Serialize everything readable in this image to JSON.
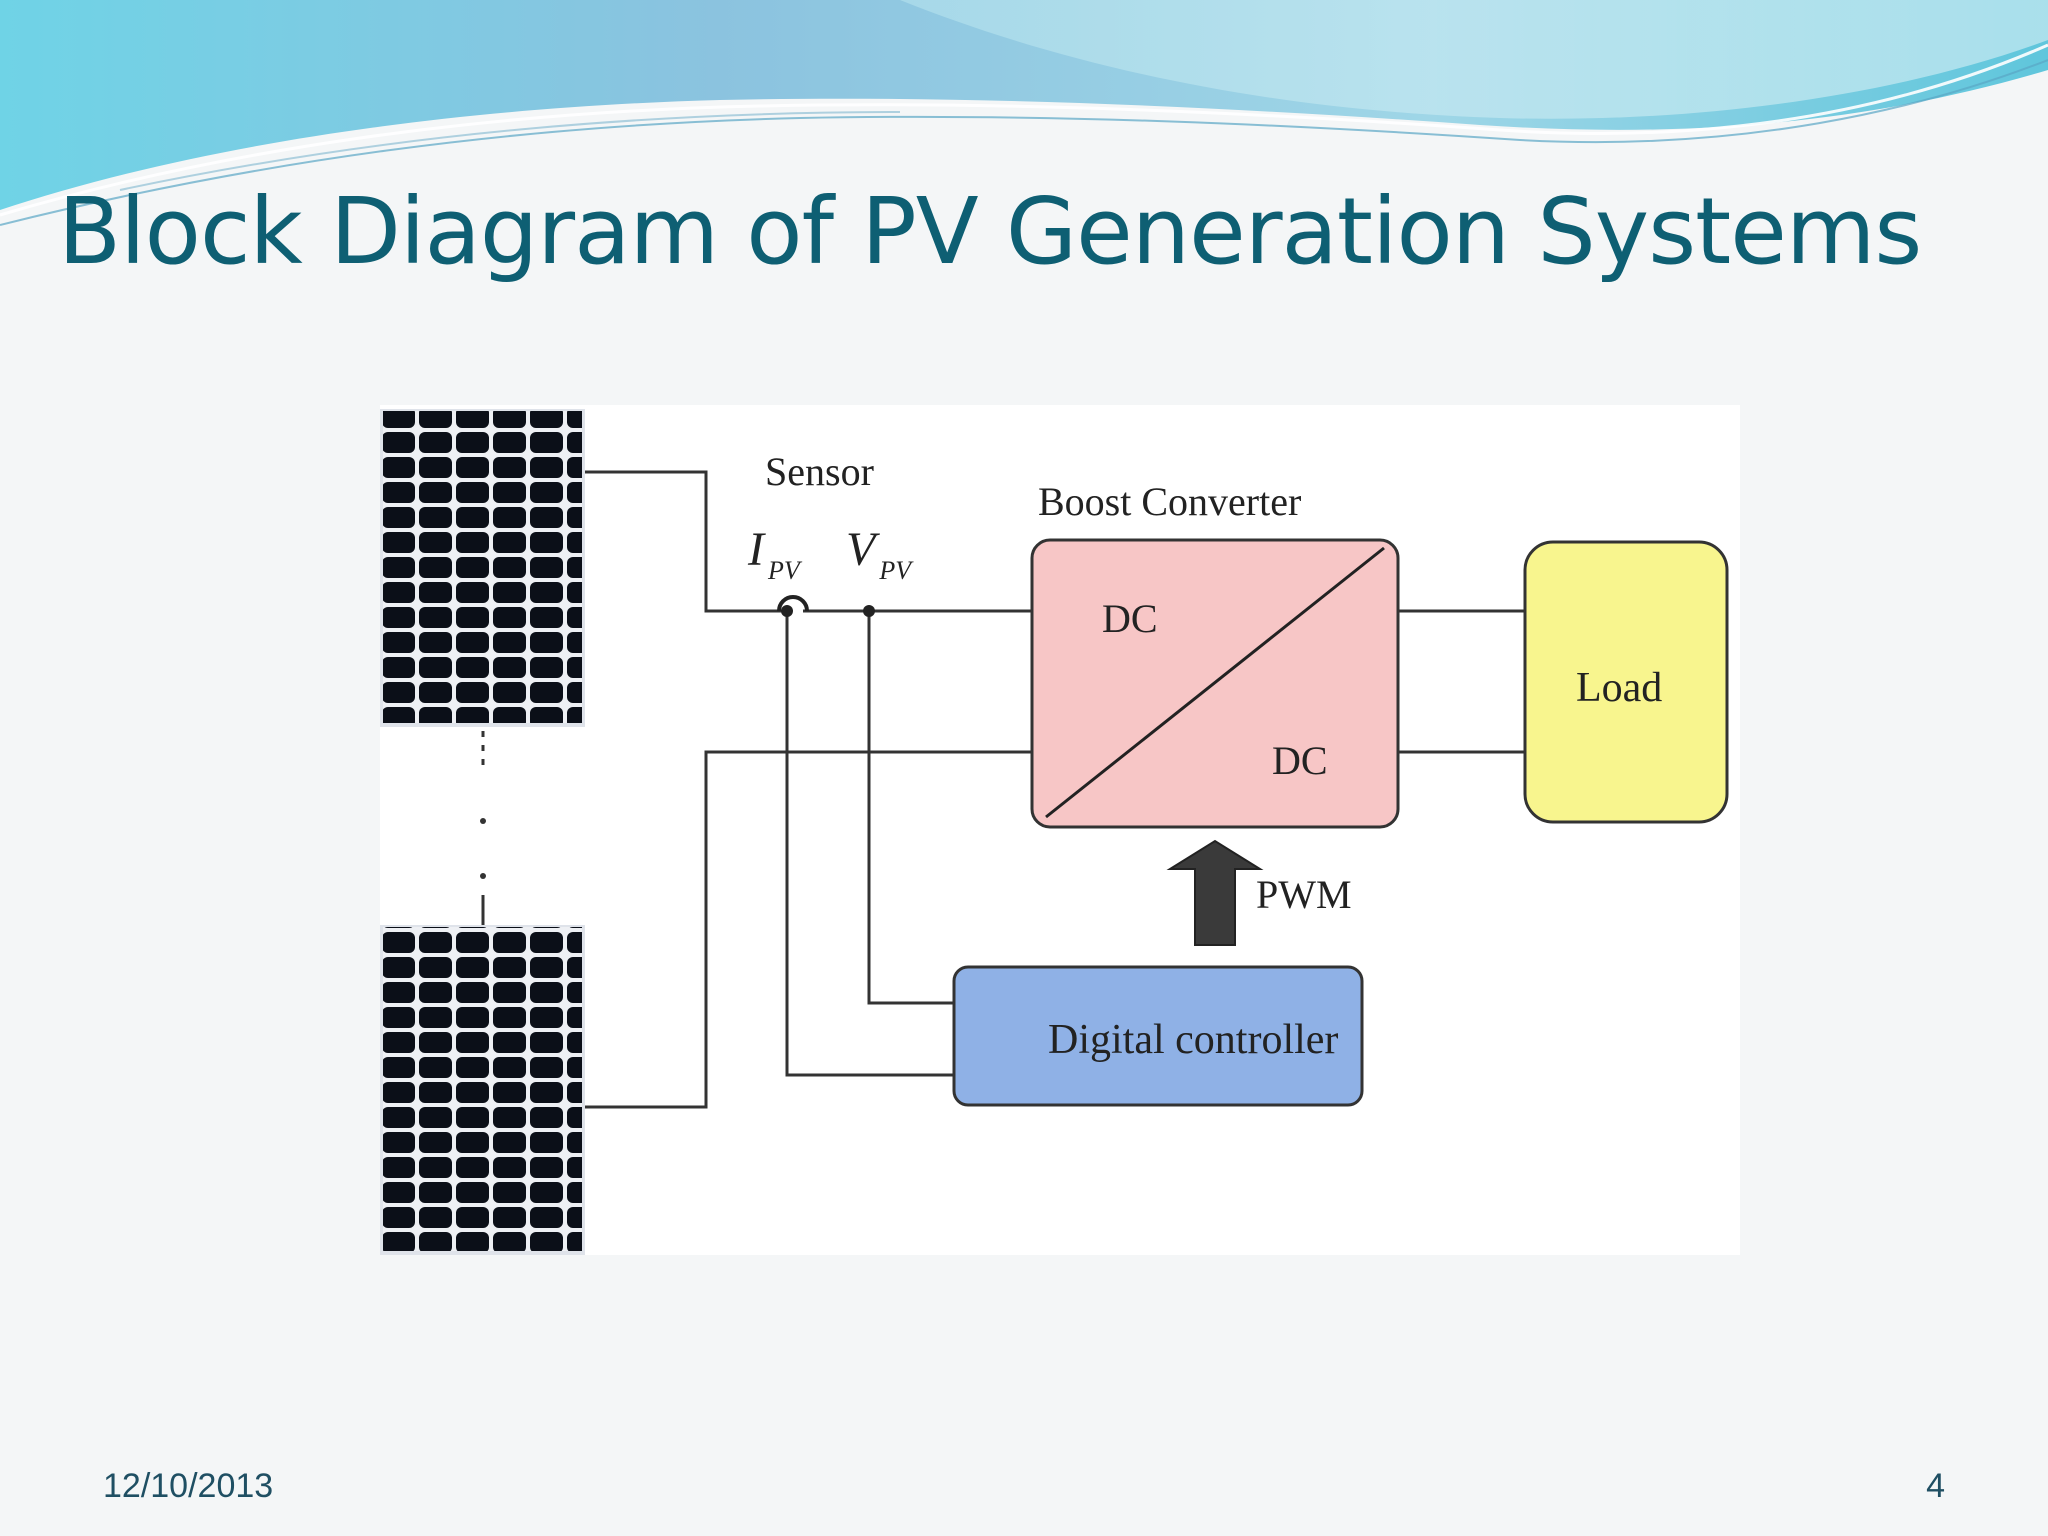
{
  "slide": {
    "title": "Block Diagram of PV Generation Systems",
    "date": "12/10/2013",
    "page_number": "4"
  },
  "diagram": {
    "sensor_label": "Sensor",
    "current_symbol": "I",
    "current_subscript": "PV",
    "voltage_symbol": "V",
    "voltage_subscript": "PV",
    "converter_title": "Boost Converter",
    "converter_input": "DC",
    "converter_output": "DC",
    "load_label": "Load",
    "pwm_label": "PWM",
    "controller_label": "Digital controller",
    "panel_dots": "·"
  },
  "colors": {
    "title": "#0e5f73",
    "converter_fill": "#f7c6c6",
    "load_fill": "#f8f58e",
    "controller_fill": "#8fb1e6",
    "wire": "#333333",
    "solar_cell": "#0b0f18"
  }
}
